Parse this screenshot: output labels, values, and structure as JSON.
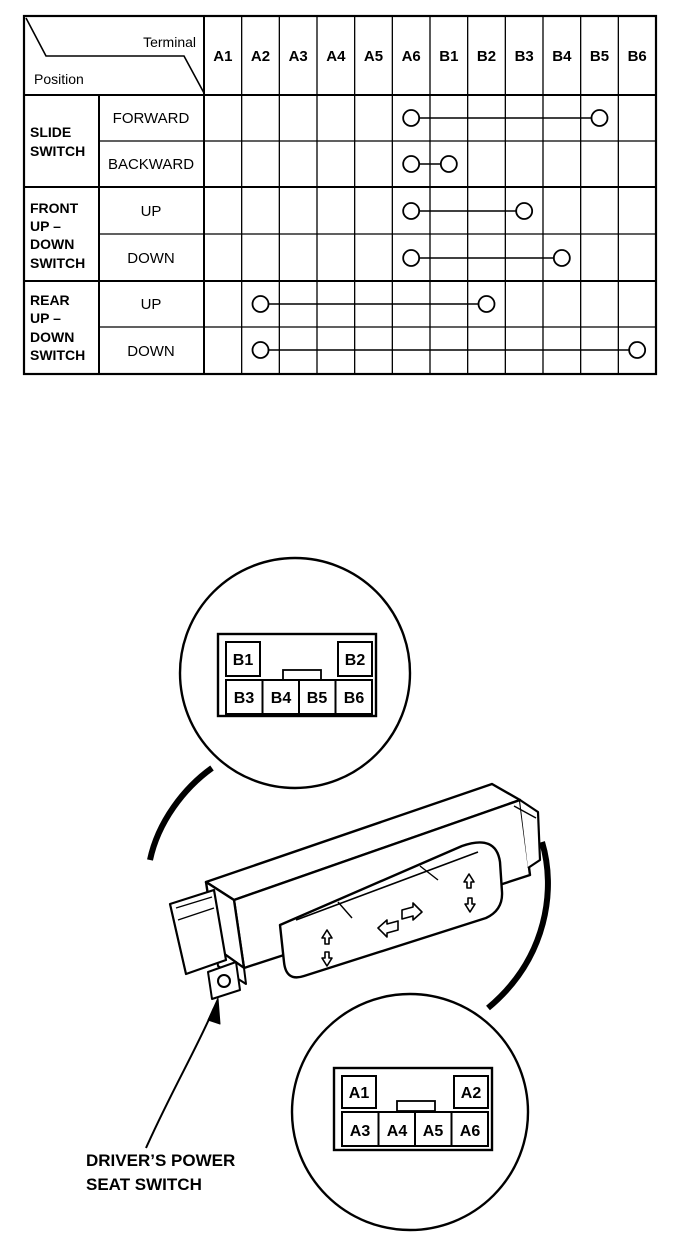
{
  "table": {
    "header_terminal": "Terminal",
    "header_position": "Position",
    "terminals": [
      "A1",
      "A2",
      "A3",
      "A4",
      "A5",
      "A6",
      "B1",
      "B2",
      "B3",
      "B4",
      "B5",
      "B6"
    ],
    "groups": [
      {
        "lines": [
          "SLIDE",
          "SWITCH"
        ],
        "rows": [
          {
            "label": "FORWARD",
            "connect": [
              "A6",
              "B5"
            ]
          },
          {
            "label": "BACKWARD",
            "connect": [
              "A6",
              "B1"
            ]
          }
        ]
      },
      {
        "lines": [
          "FRONT",
          "UP –",
          "DOWN",
          "SWITCH"
        ],
        "rows": [
          {
            "label": "UP",
            "connect": [
              "A6",
              "B3"
            ]
          },
          {
            "label": "DOWN",
            "connect": [
              "A6",
              "B4"
            ]
          }
        ]
      },
      {
        "lines": [
          "REAR",
          "UP –",
          "DOWN",
          "SWITCH"
        ],
        "rows": [
          {
            "label": "UP",
            "connect": [
              "A2",
              "B2"
            ]
          },
          {
            "label": "DOWN",
            "connect": [
              "A2",
              "B6"
            ]
          }
        ]
      }
    ]
  },
  "connectors": {
    "top": {
      "row1": [
        "B1",
        "",
        "B2"
      ],
      "row2": [
        "B3",
        "B4",
        "B5",
        "B6"
      ]
    },
    "bottom": {
      "row1": [
        "A1",
        "",
        "A2"
      ],
      "row2": [
        "A3",
        "A4",
        "A5",
        "A6"
      ]
    }
  },
  "callout": {
    "line1": "DRIVER’S POWER",
    "line2": "SEAT SWITCH"
  },
  "colors": {
    "ink": "#000000",
    "paper": "#ffffff"
  }
}
